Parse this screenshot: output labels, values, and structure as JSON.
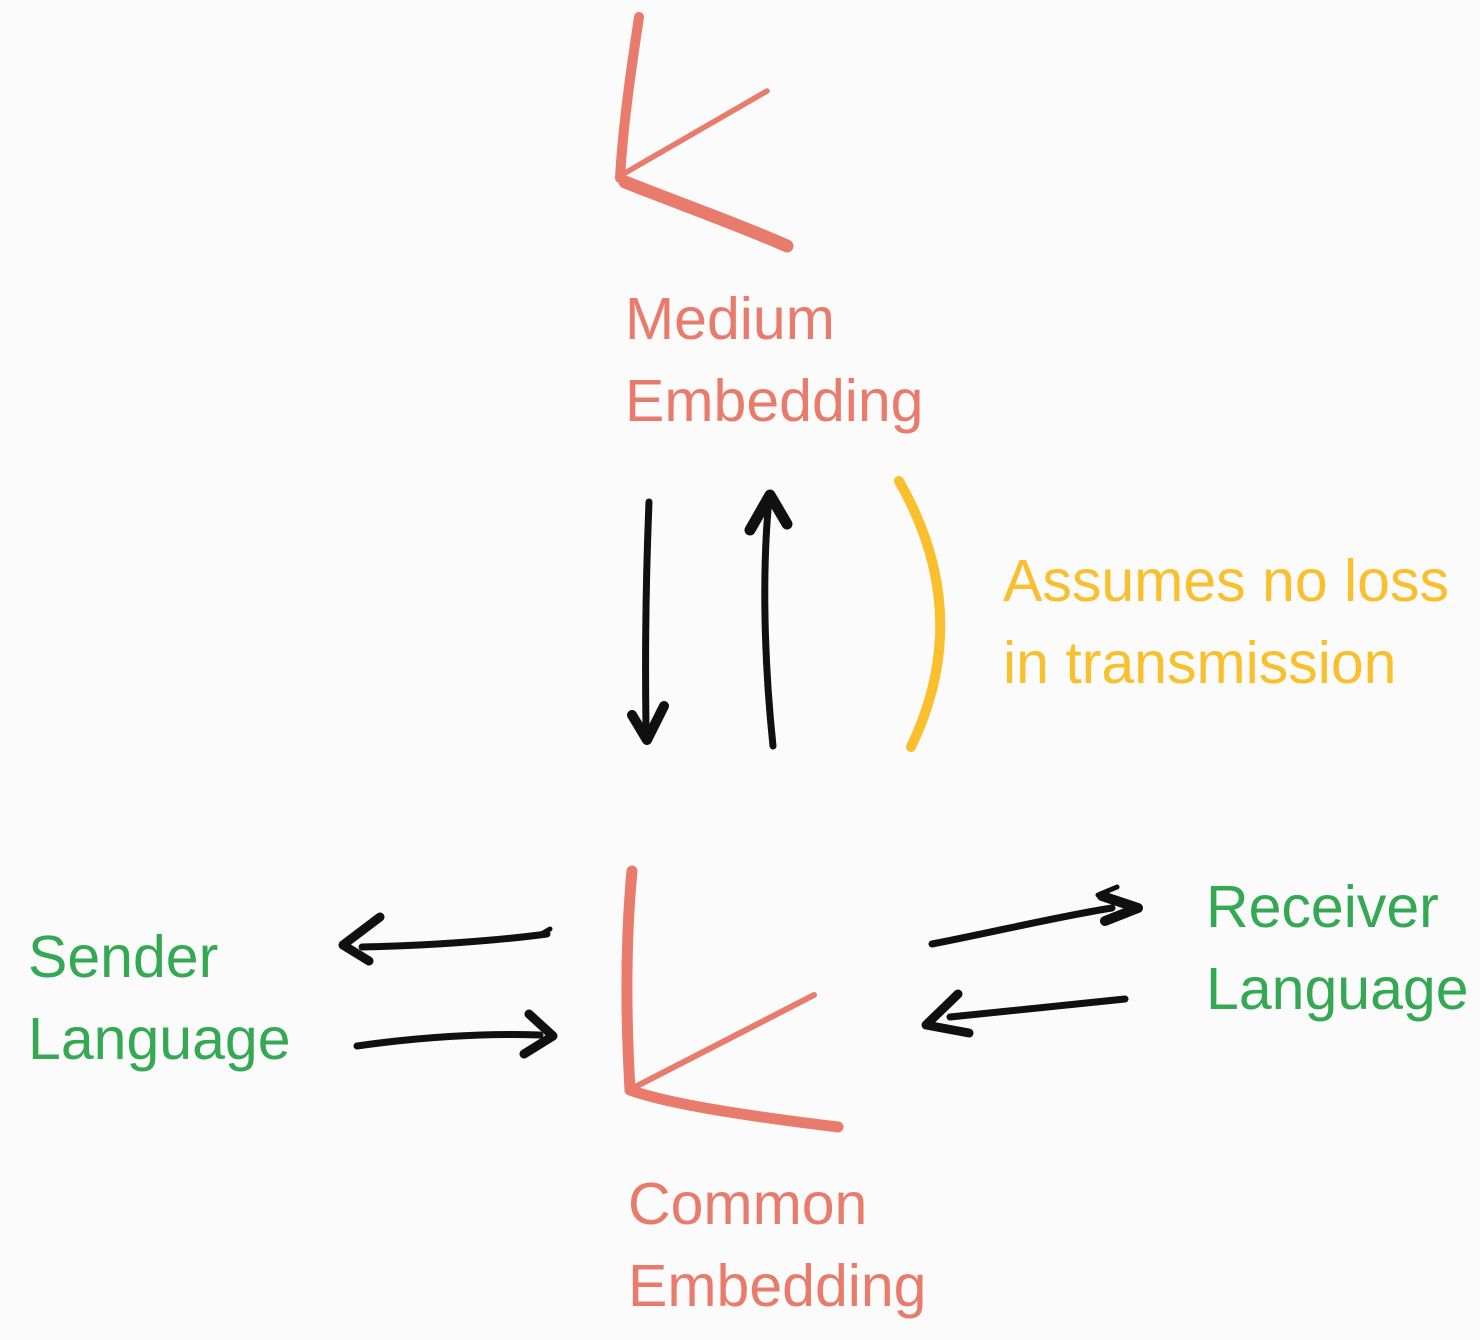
{
  "canvas": {
    "background": "#FBFBFB"
  },
  "colors": {
    "embedding": "#E87B6C",
    "language": "#34A853",
    "annotation": "#FABF2D",
    "ink": "#101010"
  },
  "nodes": {
    "medium_embedding": {
      "label": "Medium\nEmbedding",
      "color": "#E87B6C"
    },
    "common_embedding": {
      "label": "Common\nEmbedding",
      "color": "#E87B6C"
    },
    "sender_language": {
      "label": "Sender\nLanguage",
      "color": "#34A853"
    },
    "receiver_language": {
      "label": "Receiver\nLanguage",
      "color": "#34A853"
    }
  },
  "annotation": {
    "label": "Assumes no loss\nin transmission",
    "color": "#FABF2D"
  }
}
